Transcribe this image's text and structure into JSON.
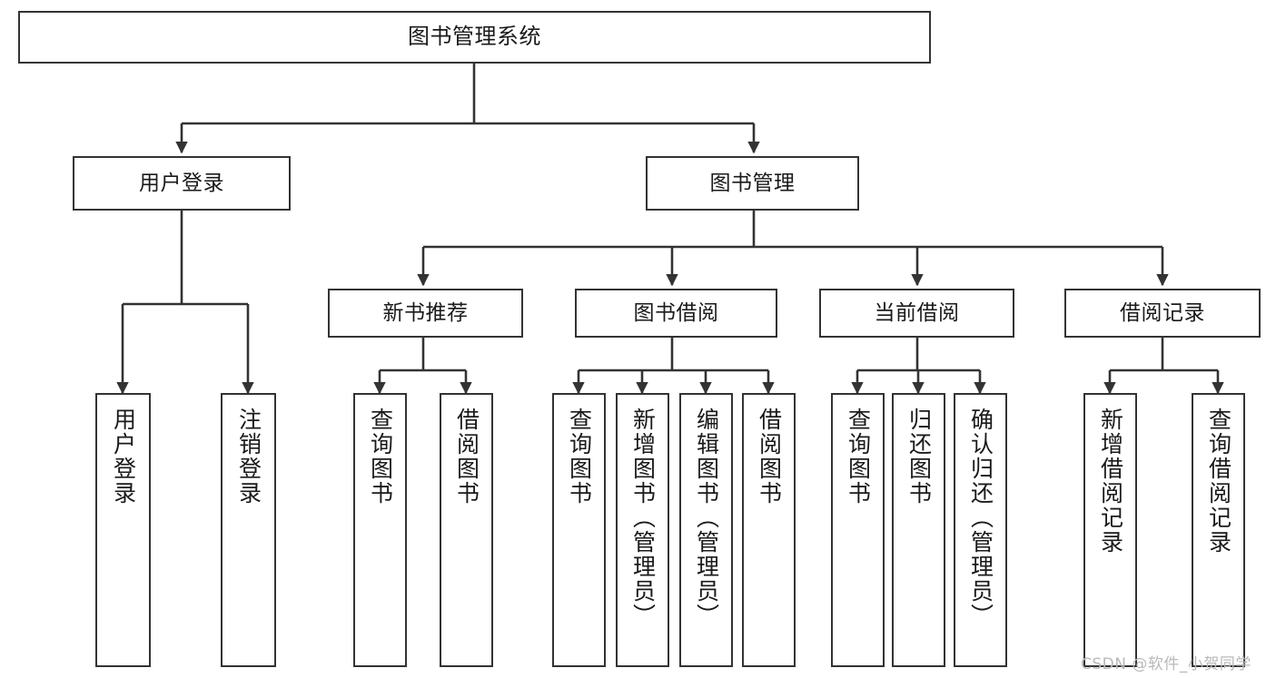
{
  "diagram": {
    "title": "图书管理系统",
    "type": "tree",
    "watermark": "CSDN @软件_小贺同学",
    "colors": {
      "box_border": "#333333",
      "box_fill": "#ffffff",
      "edge": "#333333",
      "text": "#1a1a1a",
      "watermark": "#b9b9b9",
      "background": "#ffffff"
    },
    "root": {
      "id": "root",
      "label": "图书管理系统"
    },
    "level2": [
      {
        "id": "l2-0",
        "label": "用户登录"
      },
      {
        "id": "l2-1",
        "label": "图书管理"
      }
    ],
    "level3": [
      {
        "id": "l3-0",
        "label": "新书推荐"
      },
      {
        "id": "l3-1",
        "label": "图书借阅"
      },
      {
        "id": "l3-2",
        "label": "当前借阅"
      },
      {
        "id": "l3-3",
        "label": "借阅记录"
      }
    ],
    "leaves": [
      {
        "id": "leaf-0",
        "label": "用户登录",
        "parent": "用户登录"
      },
      {
        "id": "leaf-1",
        "label": "注销登录",
        "parent": "用户登录"
      },
      {
        "id": "leaf-2",
        "label": "查询图书",
        "parent": "新书推荐"
      },
      {
        "id": "leaf-3",
        "label": "借阅图书",
        "parent": "新书推荐"
      },
      {
        "id": "leaf-4",
        "label": "查询图书",
        "parent": "图书借阅"
      },
      {
        "id": "leaf-5",
        "label": "新增图书（管理员）",
        "parent": "图书借阅"
      },
      {
        "id": "leaf-6",
        "label": "编辑图书（管理员）",
        "parent": "图书借阅"
      },
      {
        "id": "leaf-7",
        "label": "借阅图书",
        "parent": "图书借阅"
      },
      {
        "id": "leaf-8",
        "label": "查询图书",
        "parent": "当前借阅"
      },
      {
        "id": "leaf-9",
        "label": "归还图书",
        "parent": "当前借阅"
      },
      {
        "id": "leaf-10",
        "label": "确认归还（管理员）",
        "parent": "当前借阅"
      },
      {
        "id": "leaf-11",
        "label": "新增借阅记录",
        "parent": "借阅记录"
      },
      {
        "id": "leaf-12",
        "label": "查询借阅记录",
        "parent": "借阅记录"
      }
    ]
  }
}
